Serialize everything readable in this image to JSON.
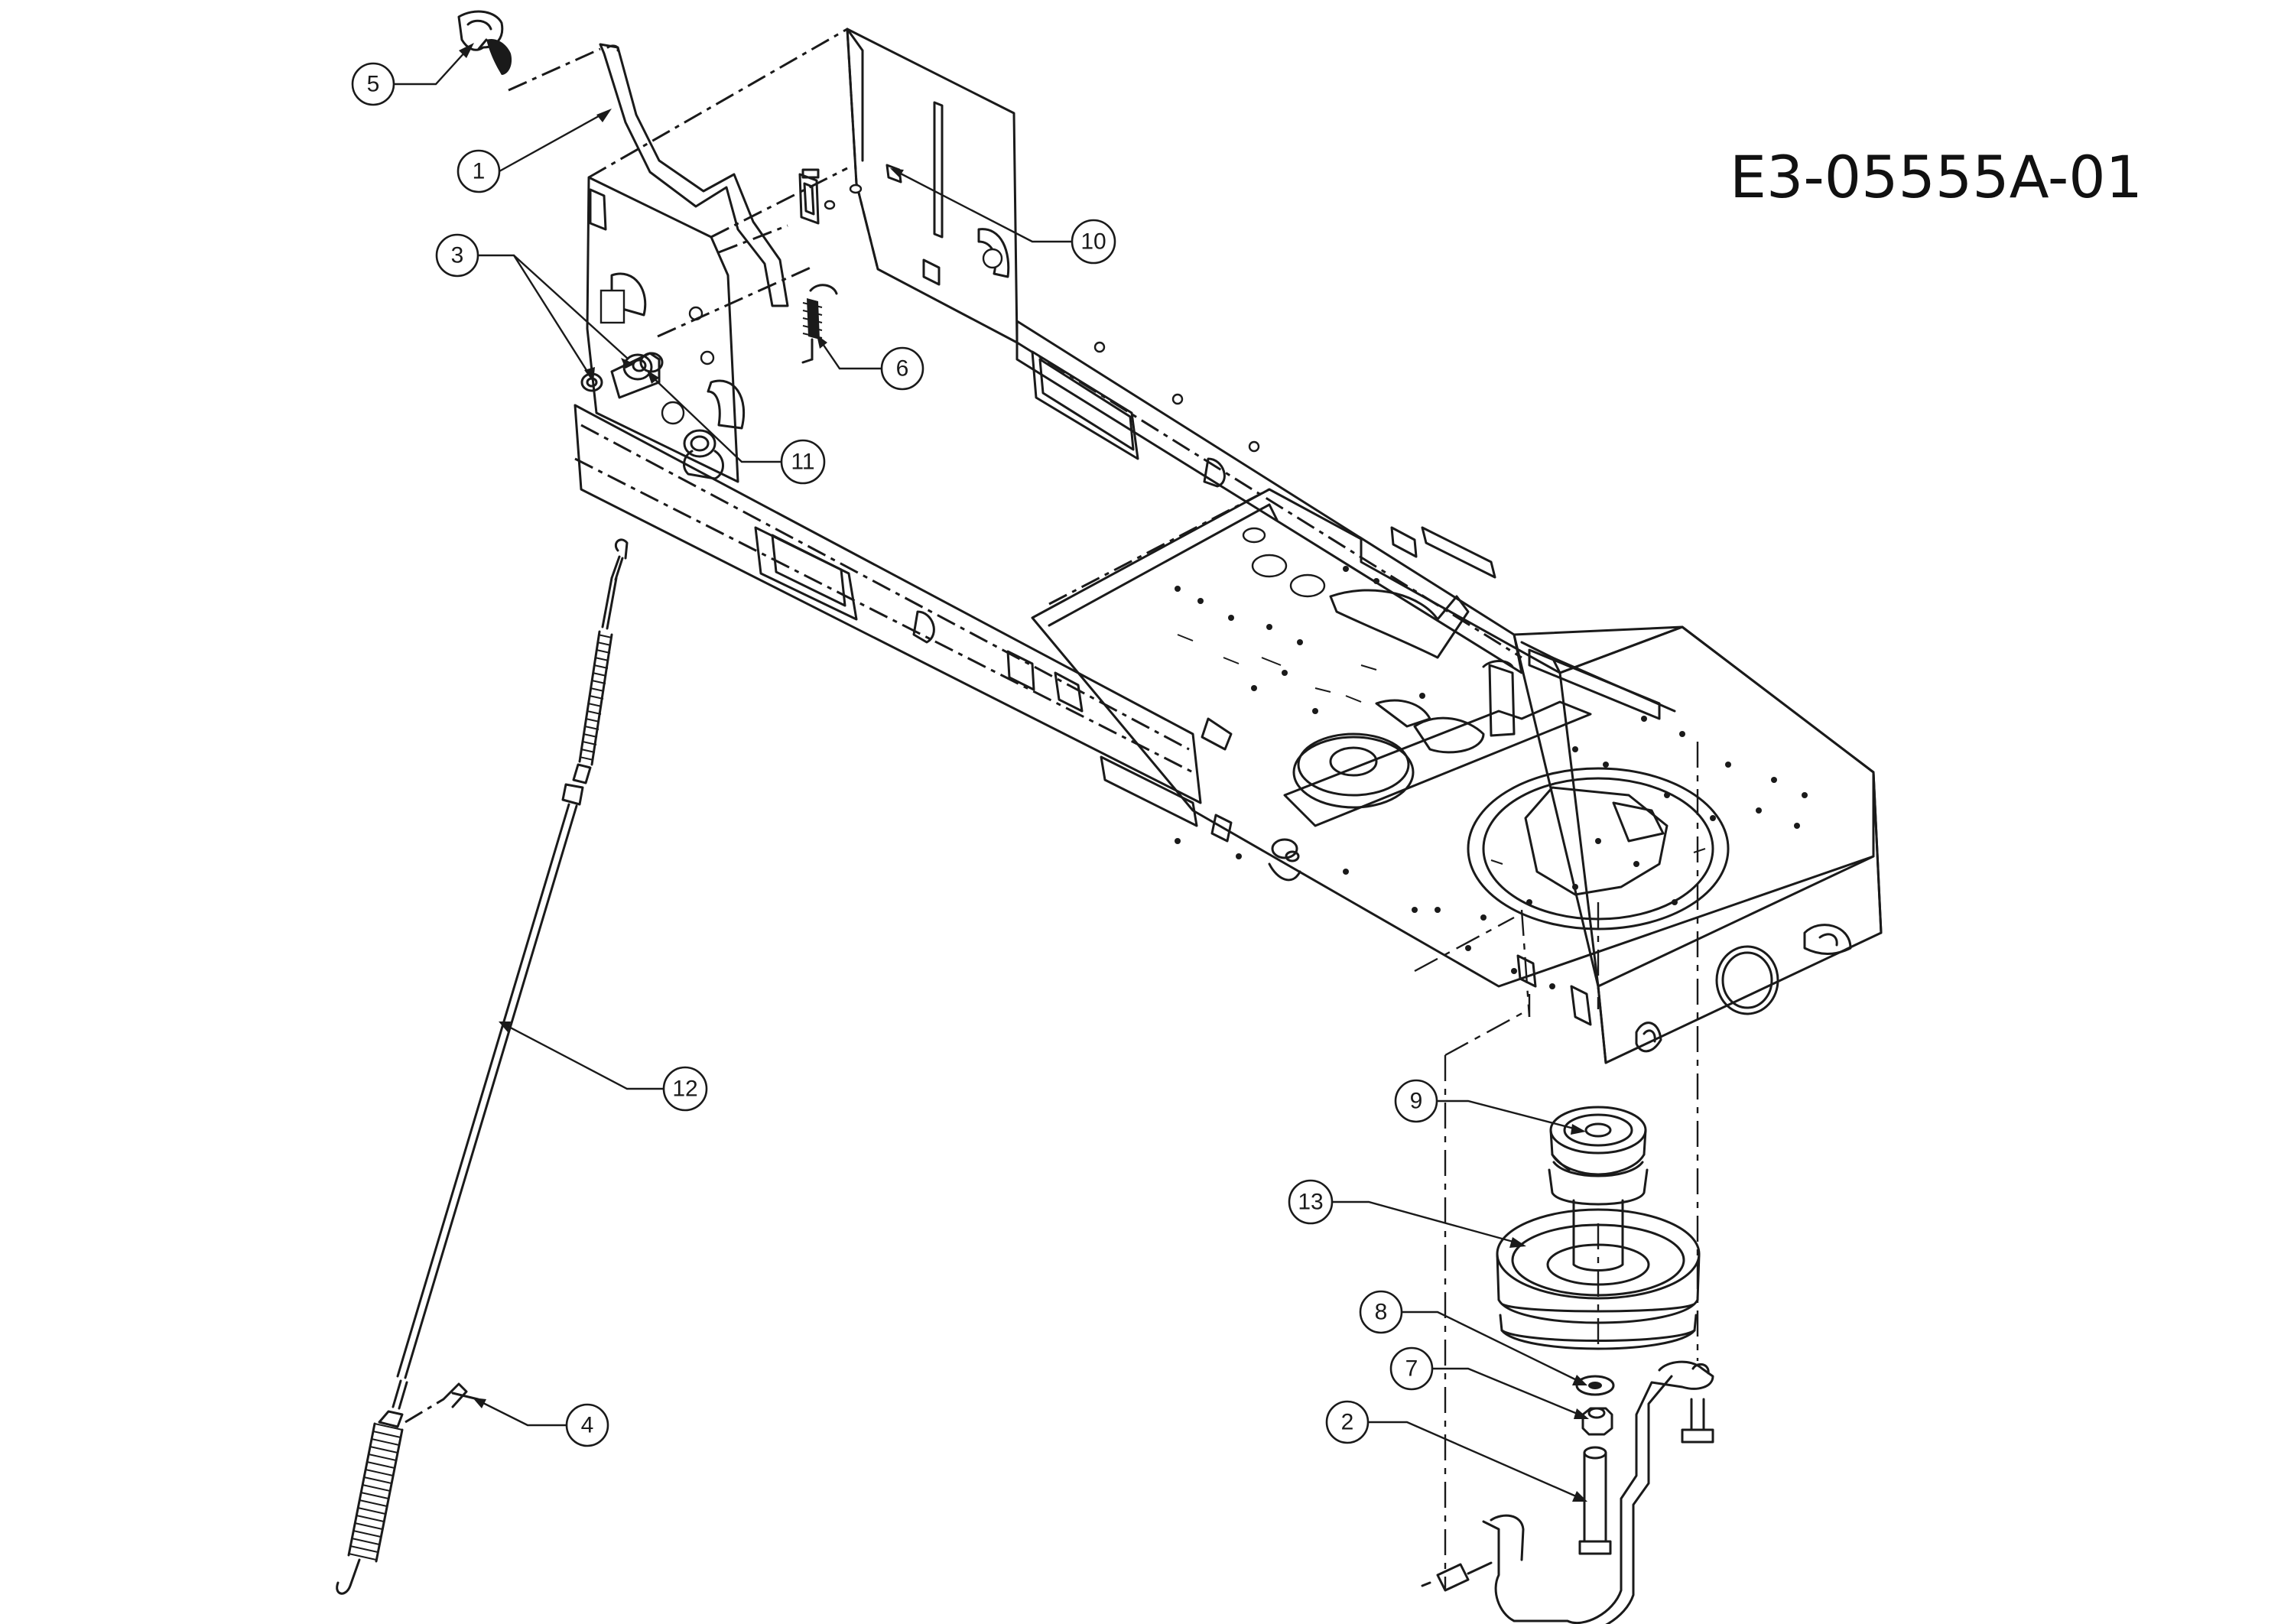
{
  "diagram": {
    "reference_code": "E3-05555A-01",
    "callouts": [
      {
        "id": "c1",
        "label": "1"
      },
      {
        "id": "c2",
        "label": "2"
      },
      {
        "id": "c3",
        "label": "3"
      },
      {
        "id": "c4",
        "label": "4"
      },
      {
        "id": "c5",
        "label": "5"
      },
      {
        "id": "c6",
        "label": "6"
      },
      {
        "id": "c7",
        "label": "7"
      },
      {
        "id": "c8",
        "label": "8"
      },
      {
        "id": "c9",
        "label": "9"
      },
      {
        "id": "c10",
        "label": "10"
      },
      {
        "id": "c11",
        "label": "11"
      },
      {
        "id": "c12",
        "label": "12"
      },
      {
        "id": "c13",
        "label": "13"
      }
    ]
  }
}
